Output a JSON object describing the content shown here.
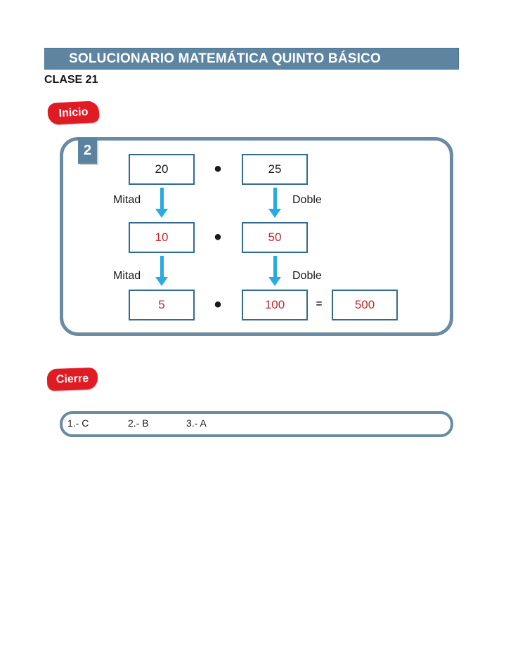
{
  "header": {
    "banner_title": "SOLUCIONARIO MATEMÁTICA QUINTO BÁSICO",
    "class_label": "CLASE 21"
  },
  "badges": {
    "inicio": "Inicio",
    "cierre": "Cierre"
  },
  "exercise": {
    "number": "2",
    "labels": {
      "mitad": "Mitad",
      "doble": "Doble"
    },
    "operators": {
      "dot": "•",
      "equals": "="
    },
    "rows": {
      "row1": {
        "left": "20",
        "right": "25"
      },
      "row2": {
        "left": "10",
        "right": "50"
      },
      "row3": {
        "left": "5",
        "mid": "100",
        "result": "500"
      }
    }
  },
  "answers": {
    "item1": "1.- C",
    "item2": "2.- B",
    "item3": "3.- A"
  },
  "colors": {
    "banner_bg": "#5d85a2",
    "frame_border": "#6a8ba1",
    "value_box_border": "#326b90",
    "arrow_cyan": "#29abe2",
    "result_red": "#c1272d",
    "sticker_red": "#e11b24",
    "number_badge_bg": "#5d82a0"
  }
}
